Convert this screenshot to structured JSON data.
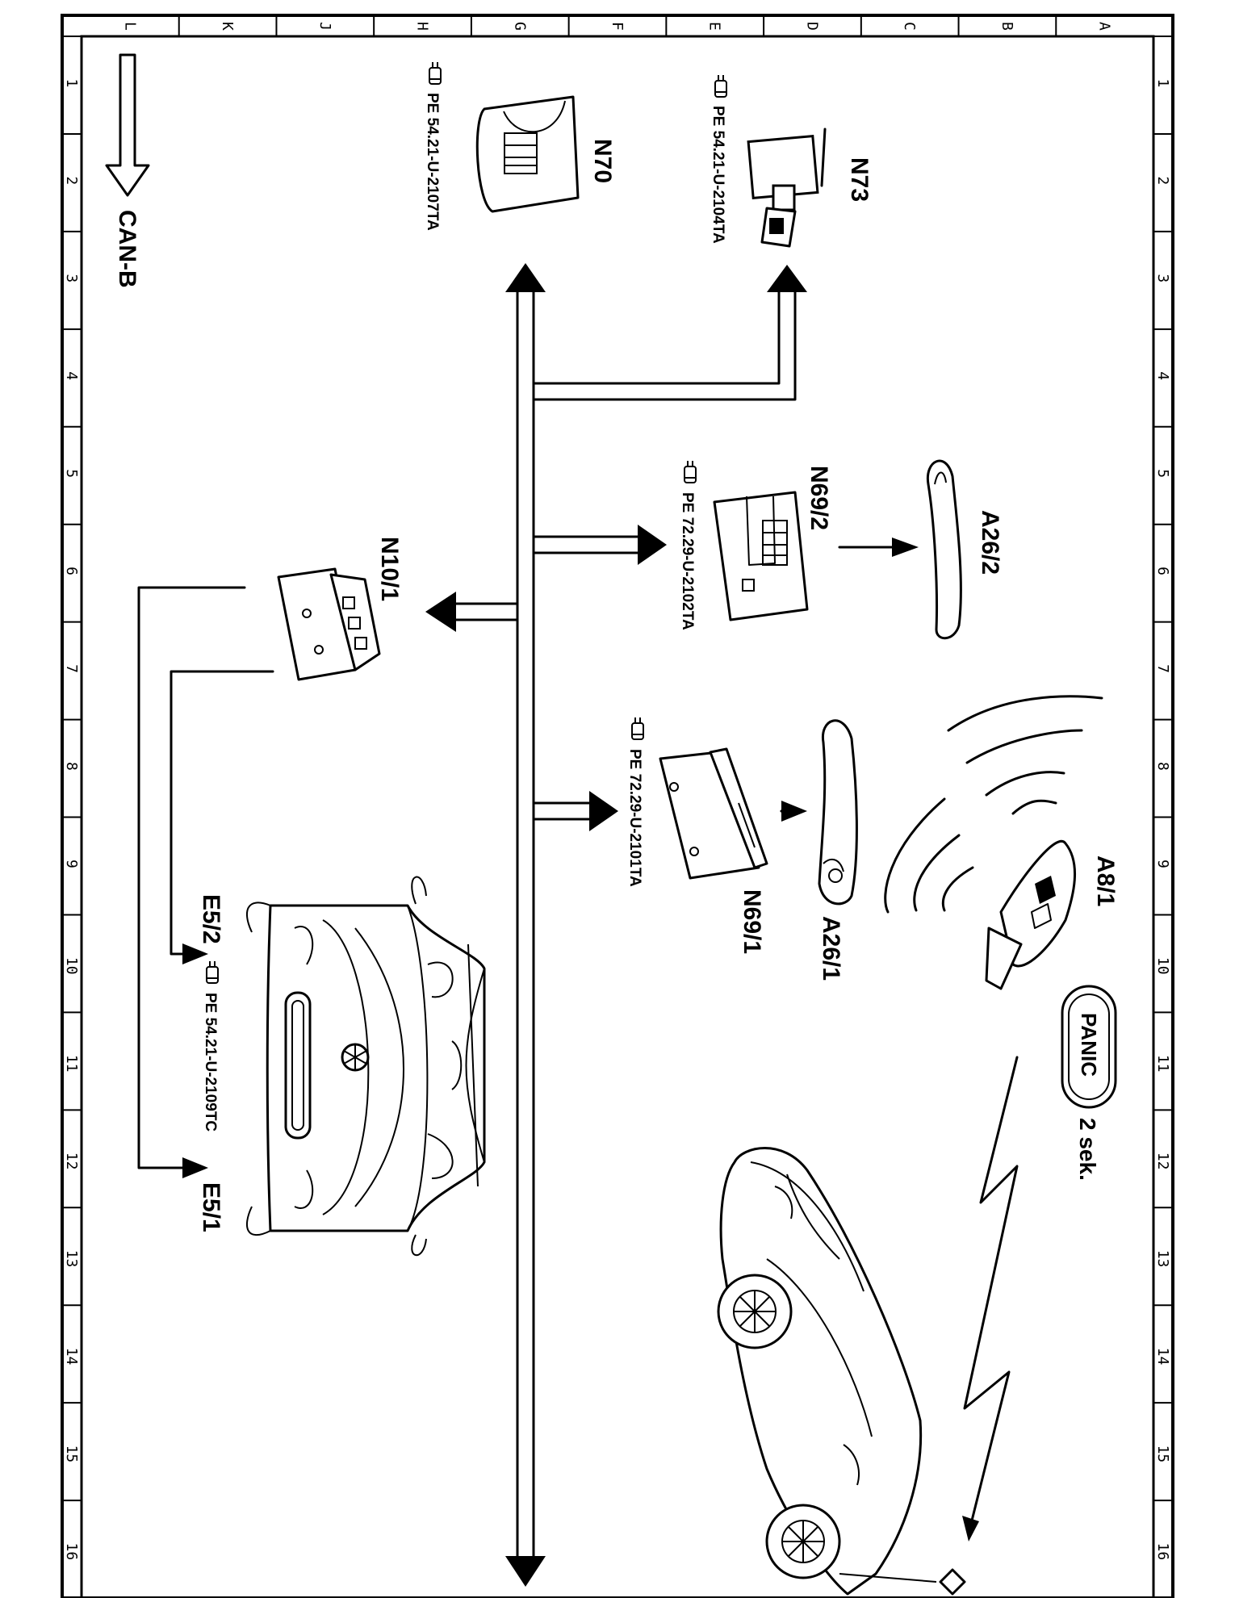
{
  "frame": {
    "columns": [
      "L",
      "K",
      "J",
      "H",
      "G",
      "F",
      "E",
      "D",
      "C",
      "B",
      "A"
    ],
    "rows": [
      "1",
      "2",
      "3",
      "4",
      "5",
      "6",
      "7",
      "8",
      "9",
      "10",
      "11",
      "12",
      "13",
      "14",
      "15",
      "16"
    ]
  },
  "bus": {
    "label": "CAN-B"
  },
  "components": {
    "n70": {
      "label": "N70",
      "ref": "PE 54.21-U-2107TA",
      "icon": "overhead-control-panel-icon"
    },
    "n73": {
      "label": "N73",
      "ref": "PE 54.21-U-2104TA",
      "icon": "ignition-switch-icon"
    },
    "n69_2": {
      "label": "N69/2",
      "ref": "PE 72.29-U-2102TA",
      "icon": "door-control-module-icon"
    },
    "a26_2": {
      "label": "A26/2",
      "icon": "door-handle-icon"
    },
    "n10_1": {
      "label": "N10/1",
      "icon": "sam-control-unit-icon"
    },
    "n69_1": {
      "label": "N69/1",
      "ref": "PE 72.29-U-2101TA",
      "icon": "door-control-module-icon"
    },
    "a26_1": {
      "label": "A26/1",
      "icon": "door-handle-icon"
    },
    "a8_1": {
      "label": "A8/1",
      "icon": "transmitter-key-icon"
    },
    "e5_2": {
      "label": "E5/2"
    },
    "e5_1": {
      "label": "E5/1"
    },
    "front_lamps": {
      "ref": "PE 54.21-U-2109TC",
      "icon": "car-front-view-icon"
    }
  },
  "panic": {
    "button": "PANIC",
    "duration": "2 sek."
  },
  "vehicle": {
    "icon": "car-side-view-icon"
  }
}
